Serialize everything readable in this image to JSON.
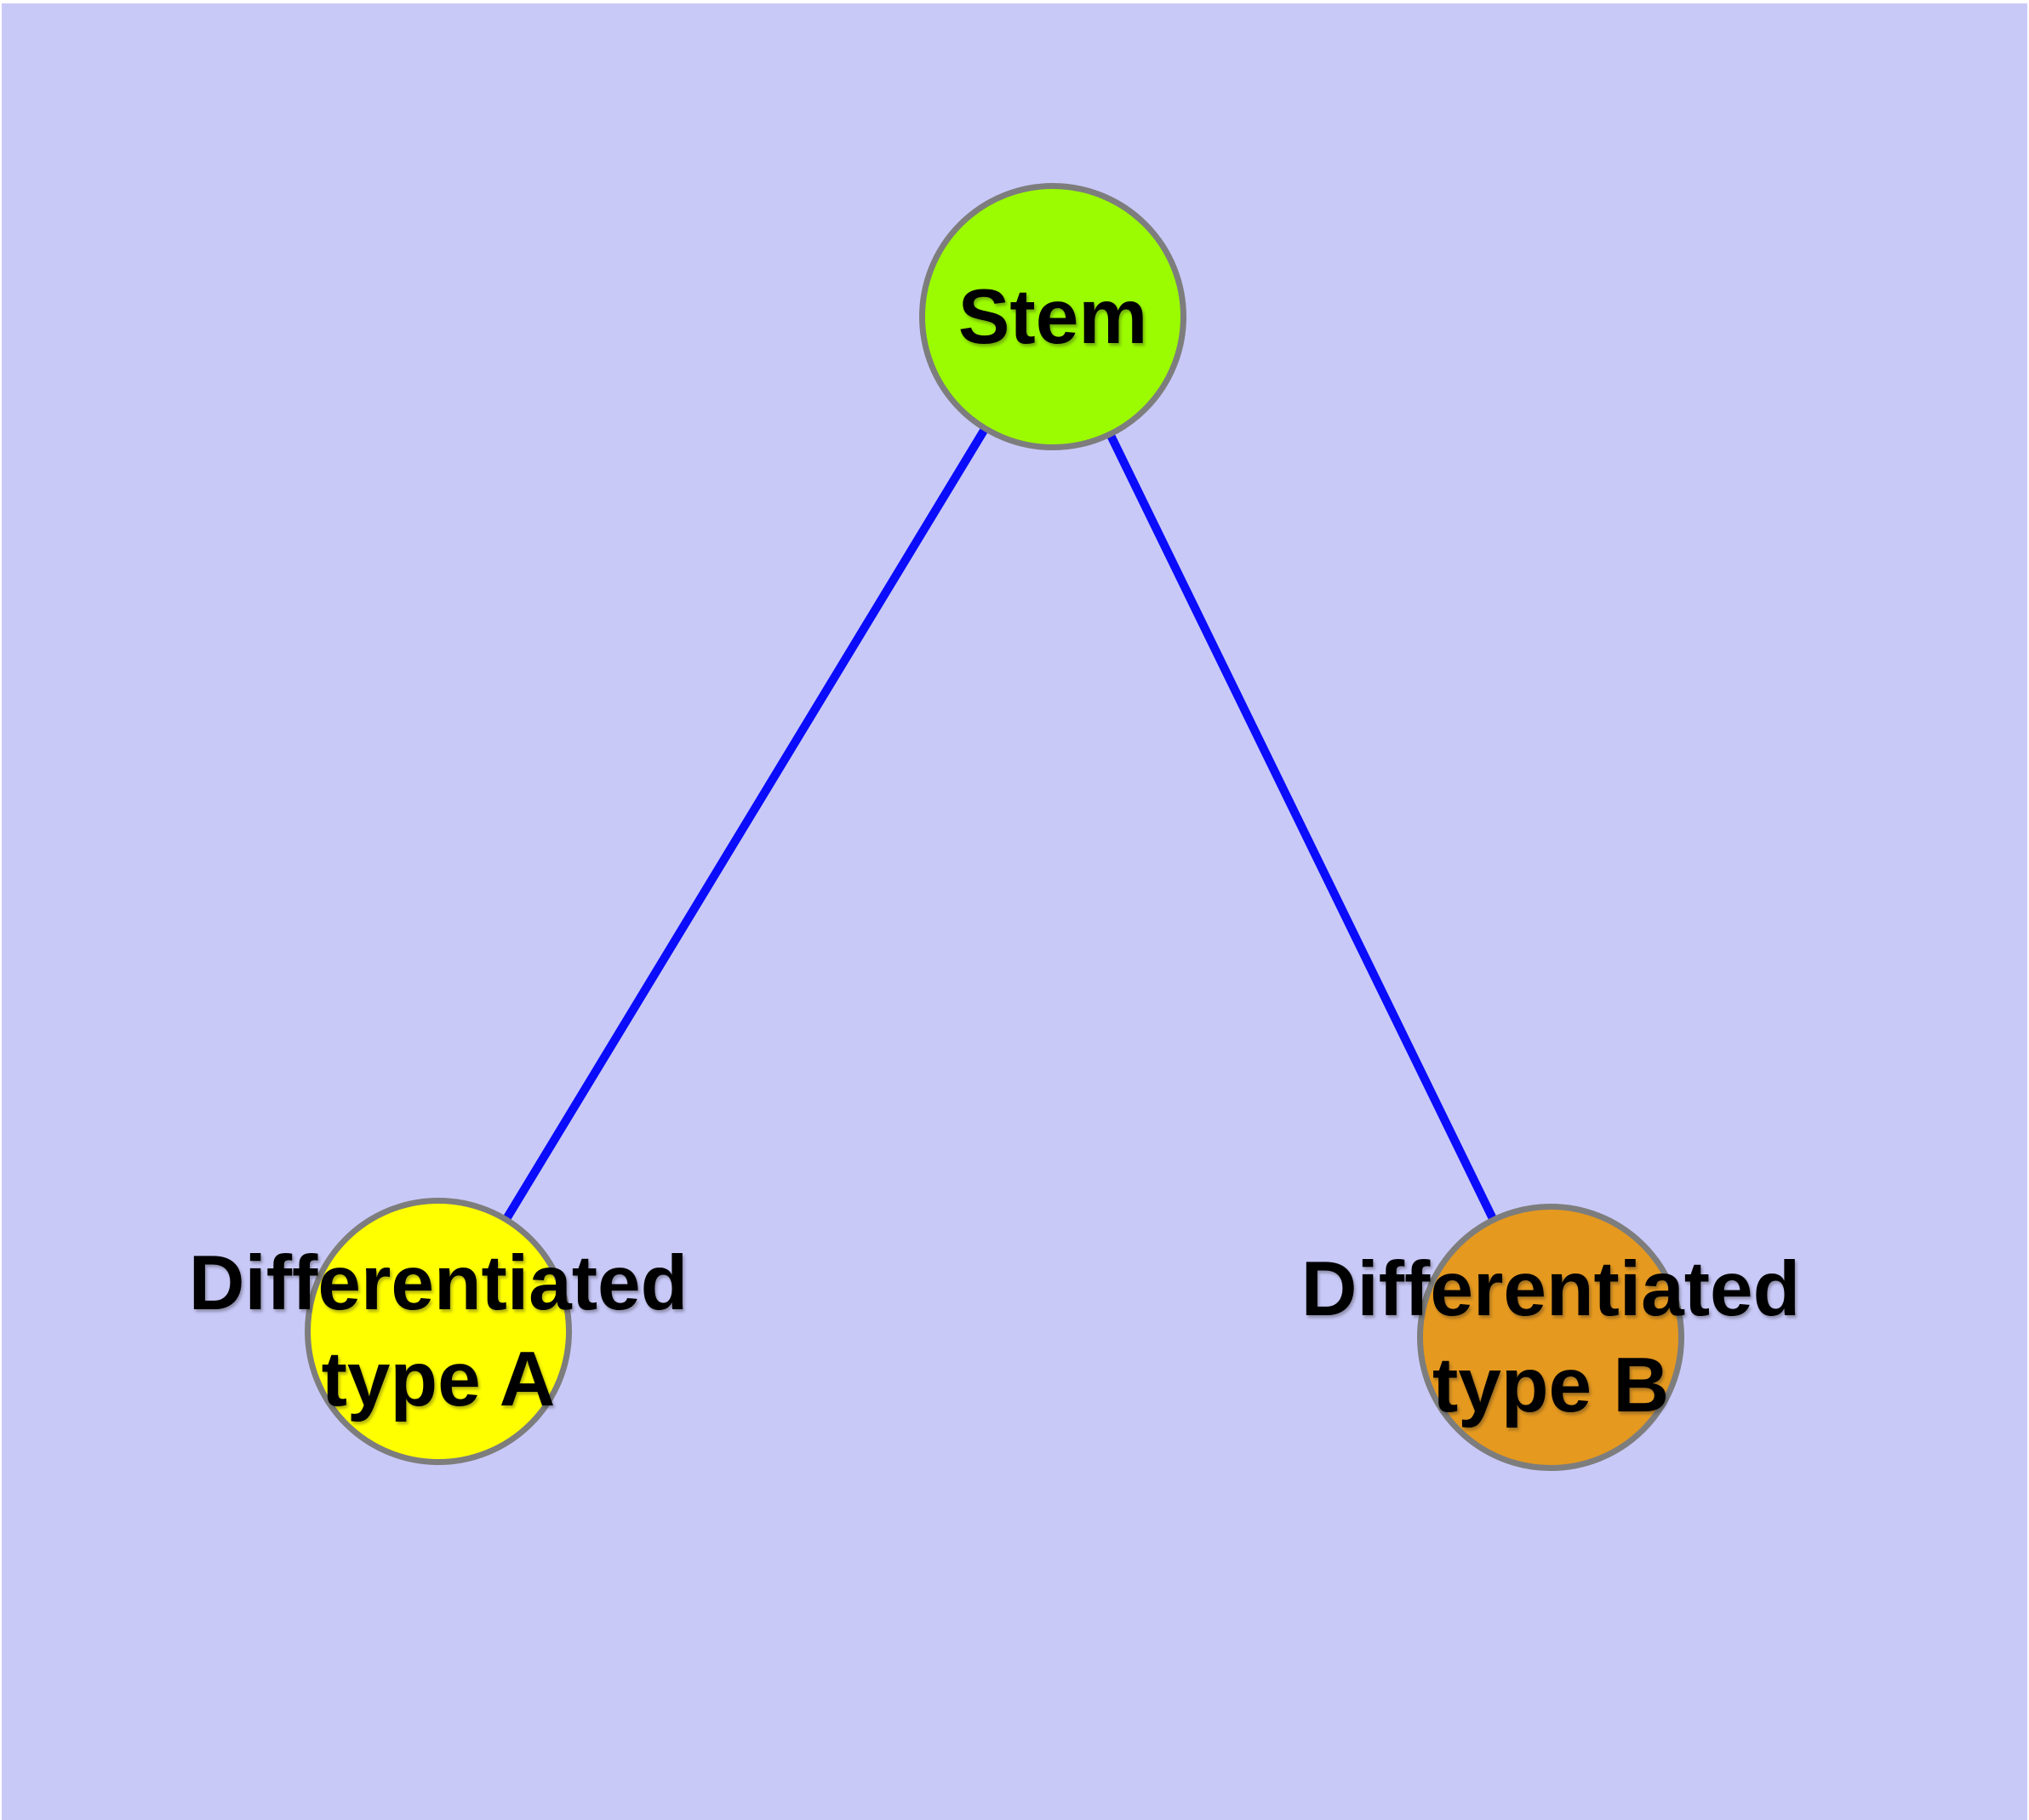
{
  "diagram": {
    "page_margin_color": "#ffffff",
    "background_color": "#c9c9f8",
    "edge_color": "#0a0cfb",
    "node_border_color": "#7d7d7d",
    "label_color": "#000000",
    "nodes": [
      {
        "id": "stem",
        "label": "Stem",
        "fill_color": "#9bfb00"
      },
      {
        "id": "differentiated-type-a",
        "label_line1": "Differentiated",
        "label_line2": "type A",
        "fill_color": "#ffff00"
      },
      {
        "id": "differentiated-type-b",
        "label_line1": "Differentiated",
        "label_line2": "type B",
        "fill_color": "#e5991f"
      }
    ],
    "edges": [
      {
        "from": "Stem",
        "to": "Differentiated type A"
      },
      {
        "from": "Stem",
        "to": "Differentiated type B"
      }
    ]
  }
}
